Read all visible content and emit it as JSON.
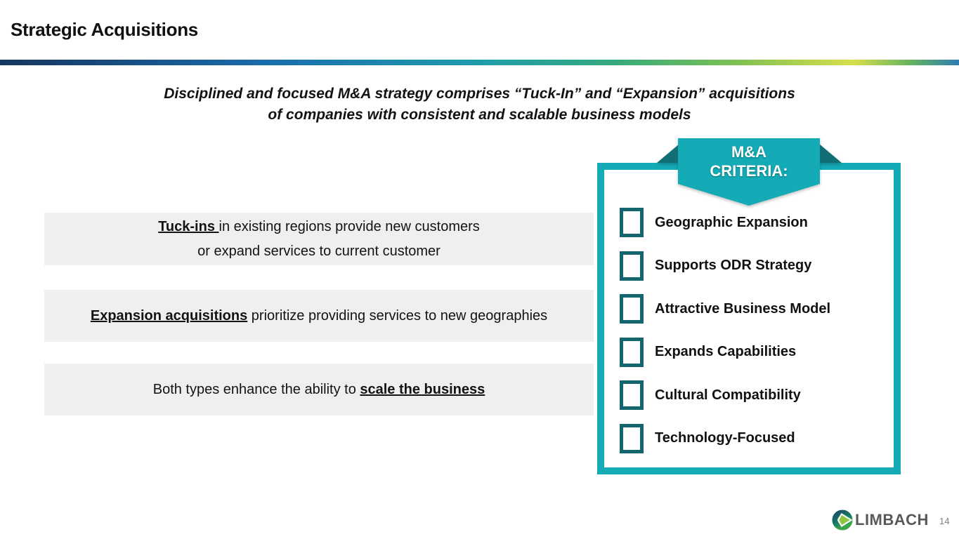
{
  "slide": {
    "title": "Strategic Acquisitions",
    "page_number": "14"
  },
  "headline": {
    "line1": "Disciplined and focused M&A strategy comprises “Tuck-In” and “Expansion” acquisitions",
    "line2": "of companies with consistent and scalable business models"
  },
  "statements": [
    {
      "strong": "Tuck-ins ",
      "rest": "in existing regions provide new customers",
      "line2": "or expand services to current customer"
    },
    {
      "strong": "Expansion acquisitions",
      "rest": " prioritize providing services to new geographies"
    },
    {
      "lead": "Both types enhance the ability to ",
      "strong": "scale the business"
    }
  ],
  "criteria": {
    "banner_line1": "M&A",
    "banner_line2": "CRITERIA:",
    "items": [
      "Geographic Expansion",
      "Supports ODR Strategy",
      "Attractive Business Model",
      "Expands Capabilities",
      "Cultural Compatibility",
      "Technology-Focused"
    ]
  },
  "footer": {
    "logo_text": "LIMBACH"
  },
  "colors": {
    "accent_teal": "#14abb6",
    "dark_teal": "#14666e",
    "ribbon_fold": "#136d75",
    "statement_gray": "#efefef",
    "gradient_stops": [
      "#15375f",
      "#1a6dad",
      "#1f9cab",
      "#34a97c",
      "#7fc153",
      "#d9de4b",
      "#63b35f",
      "#2e7db3"
    ],
    "logo_gray": "#58595b",
    "logo_green": "#8dc63f",
    "logo_dark": "#1c4e63"
  }
}
